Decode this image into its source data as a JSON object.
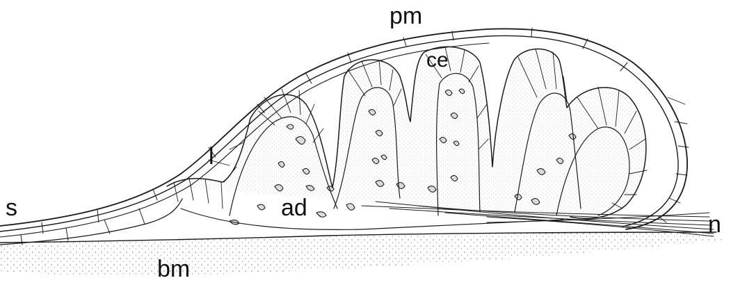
{
  "labels": {
    "pm": "pm",
    "ce": "ce",
    "l": "l",
    "s": "s",
    "ad": "ad",
    "n": "n",
    "bm": "bm"
  },
  "colors": {
    "ink": "#1a1a1a",
    "background": "#ffffff"
  }
}
